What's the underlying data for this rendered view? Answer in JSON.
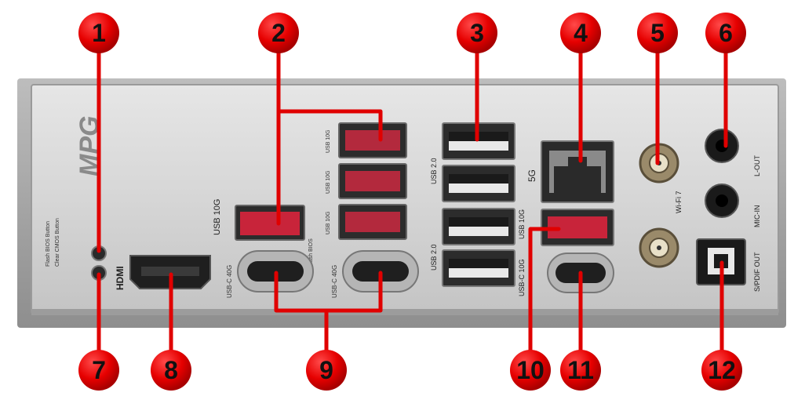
{
  "callouts": [
    {
      "number": "1"
    },
    {
      "number": "2"
    },
    {
      "number": "3"
    },
    {
      "number": "4"
    },
    {
      "number": "5"
    },
    {
      "number": "6"
    },
    {
      "number": "7"
    },
    {
      "number": "8"
    },
    {
      "number": "9"
    },
    {
      "number": "10"
    },
    {
      "number": "11"
    },
    {
      "number": "12"
    }
  ],
  "labels": {
    "brand": "MPG",
    "hdmi": "HDMI",
    "usb_10g_main": "USB 10G",
    "usb_10g_a": "USB 10G",
    "usb_10g_b": "USB 10G",
    "usb_10g_c": "USB 10G",
    "flash_bios_port": "Flash BIOS",
    "usb_c_40g_a": "USB-C 40G",
    "usb_c_40g_b": "USB-C 40G",
    "usb20_a": "USB 2.0",
    "usb20_b": "USB 2.0",
    "lan_5g": "5G",
    "usb_10g_right": "USB 10G",
    "usb_c_10g": "USB-C 10G",
    "wifi": "Wi-Fi 7",
    "line_out": "L-OUT",
    "mic_in": "MIC-IN",
    "spdif": "S/PDIF OUT",
    "buttons": [
      "Flash BIOS Button",
      "Clear CMOS Button"
    ]
  },
  "colors": {
    "callout": "#e00000",
    "leader": "#e00000",
    "usb_red": "#c8243a",
    "plate": "#d8d8d8"
  }
}
